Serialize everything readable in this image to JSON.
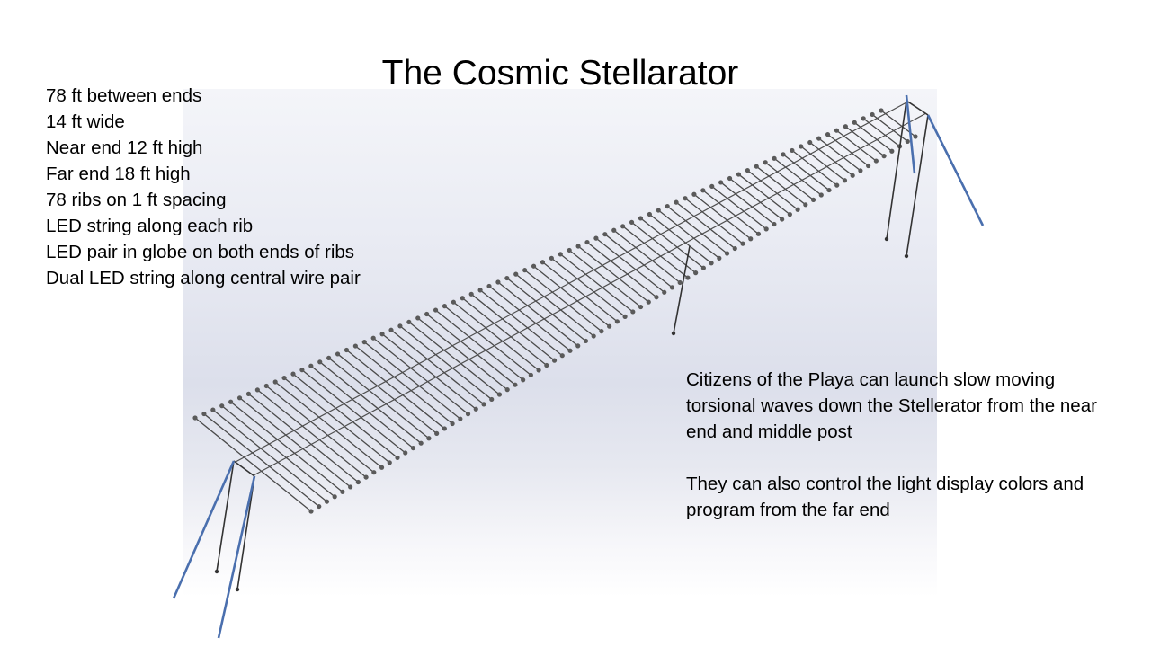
{
  "slide": {
    "title": "The Cosmic Stellarator",
    "specs": [
      "78 ft between ends",
      "14 ft wide",
      "Near end 12 ft high",
      "Far end 18 ft high",
      "78 ribs on 1 ft spacing",
      "LED string along each rib",
      "LED pair in globe on both ends of ribs",
      "Dual LED string along central wire pair"
    ],
    "notes": [
      "Citizens of the Playa can launch slow moving torsional waves down the Stellerator from the near end and middle post",
      "They can also control the light display colors and program from the far end"
    ]
  },
  "diagram": {
    "rib_count": 78,
    "colors": {
      "rib": "#4a4a4a",
      "globe": "#5a5a5a",
      "wire": "#4f4f4f",
      "post": "#333333",
      "guy_line": "#4a6fae",
      "panel_top": "#f4f5f9",
      "panel_mid": "#dcdfeb"
    }
  }
}
